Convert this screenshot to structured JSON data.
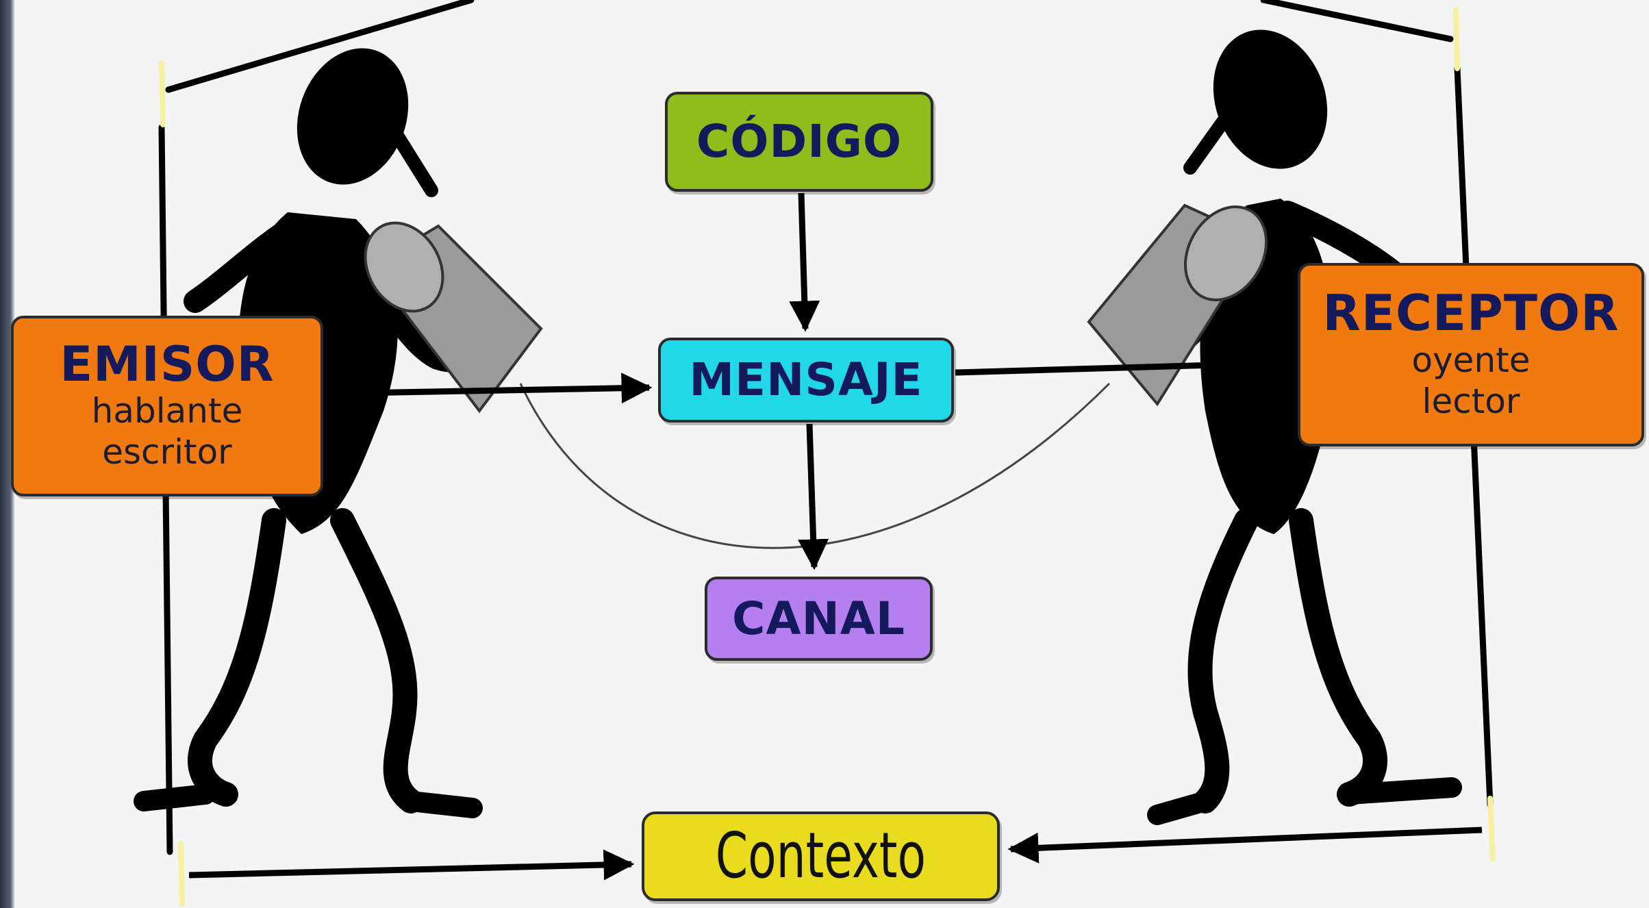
{
  "diagram": {
    "codigo": "CÓDIGO",
    "mensaje": "MENSAJE",
    "canal": "CANAL",
    "emisor": {
      "title": "EMISOR",
      "line1": "hablante",
      "line2": "escritor"
    },
    "receptor": {
      "title": "RECEPTOR",
      "line1": "oyente",
      "line2": "lector"
    },
    "contexto": "Contexto"
  },
  "colors": {
    "codigo": "#8fbe1c",
    "mensaje": "#22d8e8",
    "canal": "#b57ff0",
    "emisor": "#f07a10",
    "receptor": "#f07a10",
    "contexto": "#e9db1e",
    "figure": "#000000",
    "cup": "#9a9a9a",
    "frame_post_highlight": "#f6f0a0"
  },
  "icons": [
    "stick-figure-left",
    "stick-figure-right",
    "tin-can-telephone",
    "string-wire"
  ]
}
